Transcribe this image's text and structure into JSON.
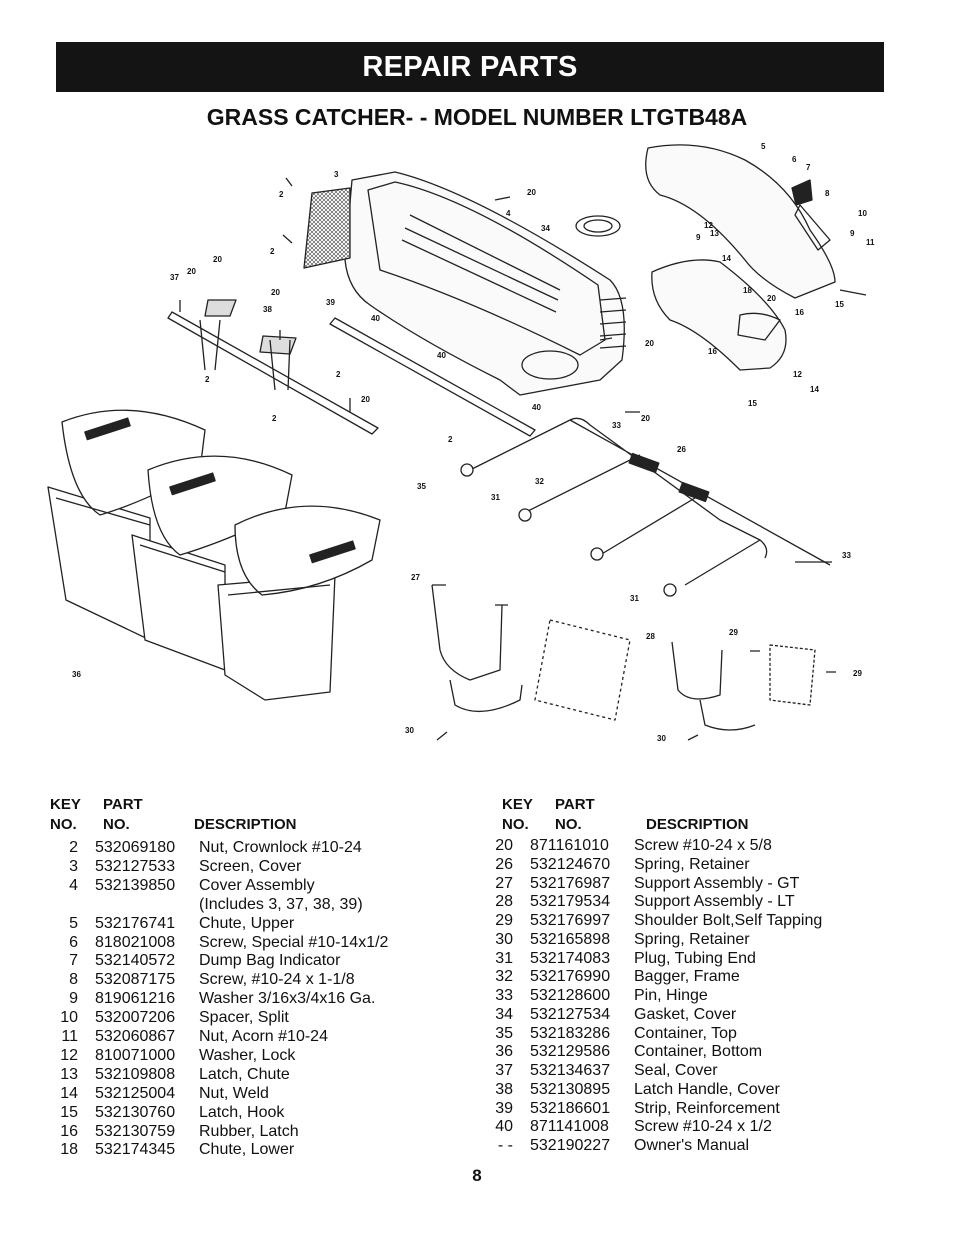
{
  "header": {
    "title": "REPAIR PARTS"
  },
  "subtitle": "GRASS CATCHER- - MODEL NUMBER LTGTB48A",
  "diagram": {
    "callouts": [
      "2",
      "3",
      "20",
      "4",
      "34",
      "5",
      "6",
      "7",
      "8",
      "10",
      "9",
      "11",
      "12",
      "13",
      "9",
      "14",
      "37",
      "20",
      "20",
      "20",
      "38",
      "39",
      "40",
      "18",
      "20",
      "15",
      "16",
      "20",
      "16",
      "15",
      "12",
      "14",
      "40",
      "2",
      "2",
      "2",
      "2",
      "20",
      "40",
      "33",
      "20",
      "2",
      "26",
      "35",
      "32",
      "31",
      "33",
      "31",
      "27",
      "28",
      "29",
      "29",
      "30",
      "30",
      "36"
    ]
  },
  "table": {
    "headers": {
      "key": "KEY",
      "no": "NO.",
      "part": "PART",
      "part_no": "NO.",
      "description": "DESCRIPTION"
    },
    "left": [
      {
        "key": "2",
        "part": "532069180",
        "desc": "Nut, Crownlock #10-24"
      },
      {
        "key": "3",
        "part": "532127533",
        "desc": "Screen, Cover"
      },
      {
        "key": "4",
        "part": "532139850",
        "desc": "Cover Assembly"
      },
      {
        "key": "",
        "part": "",
        "desc": "(Includes 3, 37, 38, 39)"
      },
      {
        "key": "5",
        "part": "532176741",
        "desc": "Chute, Upper"
      },
      {
        "key": "6",
        "part": "818021008",
        "desc": "Screw, Special #10-14x1/2"
      },
      {
        "key": "7",
        "part": "532140572",
        "desc": "Dump Bag Indicator"
      },
      {
        "key": "8",
        "part": "532087175",
        "desc": "Screw, #10-24 x 1-1/8"
      },
      {
        "key": "9",
        "part": "819061216",
        "desc": "Washer 3/16x3/4x16 Ga."
      },
      {
        "key": "10",
        "part": "532007206",
        "desc": "Spacer, Split"
      },
      {
        "key": "11",
        "part": "532060867",
        "desc": "Nut, Acorn #10-24"
      },
      {
        "key": "12",
        "part": "810071000",
        "desc": "Washer, Lock"
      },
      {
        "key": "13",
        "part": "532109808",
        "desc": "Latch, Chute"
      },
      {
        "key": "14",
        "part": "532125004",
        "desc": "Nut, Weld"
      },
      {
        "key": "15",
        "part": "532130760",
        "desc": "Latch, Hook"
      },
      {
        "key": "16",
        "part": "532130759",
        "desc": "Rubber, Latch"
      },
      {
        "key": "18",
        "part": "532174345",
        "desc": "Chute, Lower"
      }
    ],
    "right": [
      {
        "key": "20",
        "part": "871161010",
        "desc": "Screw #10-24 x 5/8"
      },
      {
        "key": "26",
        "part": "532124670",
        "desc": "Spring, Retainer"
      },
      {
        "key": "27",
        "part": "532176987",
        "desc": "Support Assembly - GT"
      },
      {
        "key": "28",
        "part": "532179534",
        "desc": "Support Assembly - LT"
      },
      {
        "key": "29",
        "part": "532176997",
        "desc": "Shoulder Bolt,Self Tapping"
      },
      {
        "key": "30",
        "part": "532165898",
        "desc": "Spring, Retainer"
      },
      {
        "key": "31",
        "part": "532174083",
        "desc": "Plug, Tubing End"
      },
      {
        "key": "32",
        "part": "532176990",
        "desc": "Bagger, Frame"
      },
      {
        "key": "33",
        "part": "532128600",
        "desc": "Pin, Hinge"
      },
      {
        "key": "34",
        "part": "532127534",
        "desc": "Gasket, Cover"
      },
      {
        "key": "35",
        "part": "532183286",
        "desc": "Container, Top"
      },
      {
        "key": "36",
        "part": "532129586",
        "desc": "Container, Bottom"
      },
      {
        "key": "37",
        "part": "532134637",
        "desc": "Seal, Cover"
      },
      {
        "key": "38",
        "part": "532130895",
        "desc": "Latch Handle, Cover"
      },
      {
        "key": "39",
        "part": "532186601",
        "desc": "Strip, Reinforcement"
      },
      {
        "key": "40",
        "part": "871141008",
        "desc": "Screw #10-24 x 1/2"
      },
      {
        "key": "- -",
        "part": "532190227",
        "desc": "Owner's Manual"
      }
    ]
  },
  "page_number": "8"
}
